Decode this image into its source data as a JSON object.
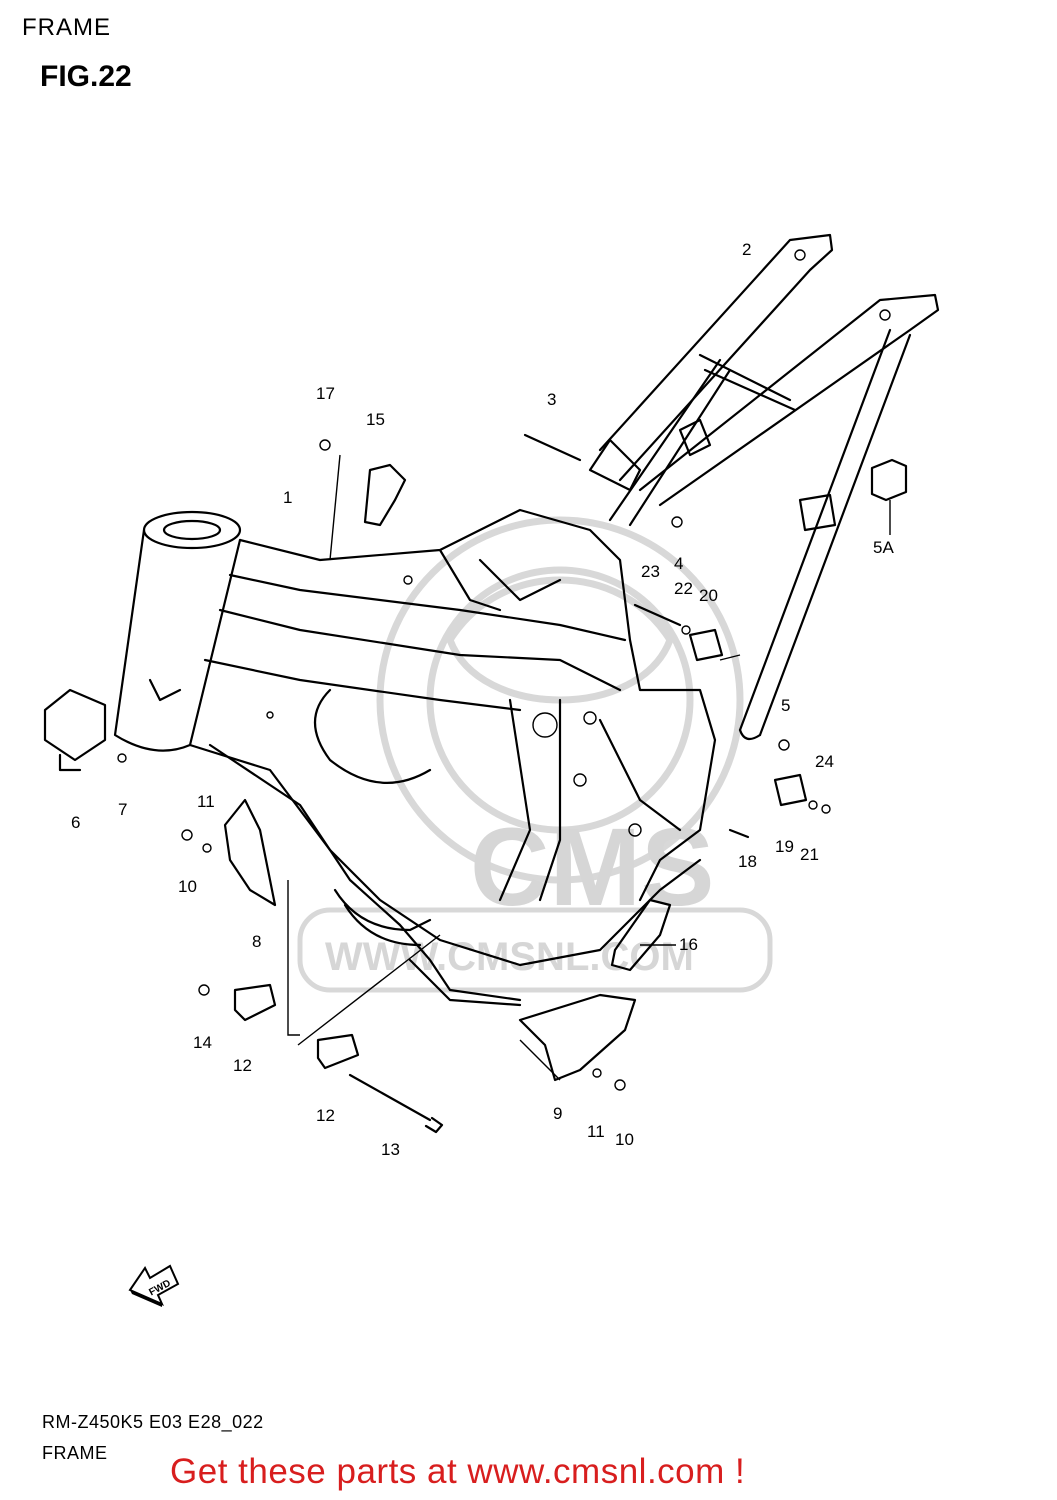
{
  "header": {
    "section": "FRAME",
    "figure": "FIG.22"
  },
  "watermark": {
    "logo": "CMS",
    "url": "WWW.CMSNL.COM"
  },
  "parts": {
    "p1": "1",
    "p2": "2",
    "p3": "3",
    "p4": "4",
    "p5": "5",
    "p5a": "5A",
    "p6": "6",
    "p7": "7",
    "p8": "8",
    "p9": "9",
    "p10a": "10",
    "p10b": "10",
    "p11a": "11",
    "p11b": "11",
    "p12a": "12",
    "p12b": "12",
    "p13": "13",
    "p14": "14",
    "p15": "15",
    "p16": "16",
    "p17": "17",
    "p18": "18",
    "p19": "19",
    "p20": "20",
    "p21": "21",
    "p22": "22",
    "p23": "23",
    "p24": "24"
  },
  "fwd_label": "FWD",
  "footer": {
    "model_code": "RM-Z450K5 E03 E28_022",
    "section": "FRAME",
    "promo": "Get these parts at www.cmsnl.com !"
  },
  "colors": {
    "promo": "#d81e1e",
    "watermark": "#d6d6d6",
    "lines": "#000000"
  }
}
